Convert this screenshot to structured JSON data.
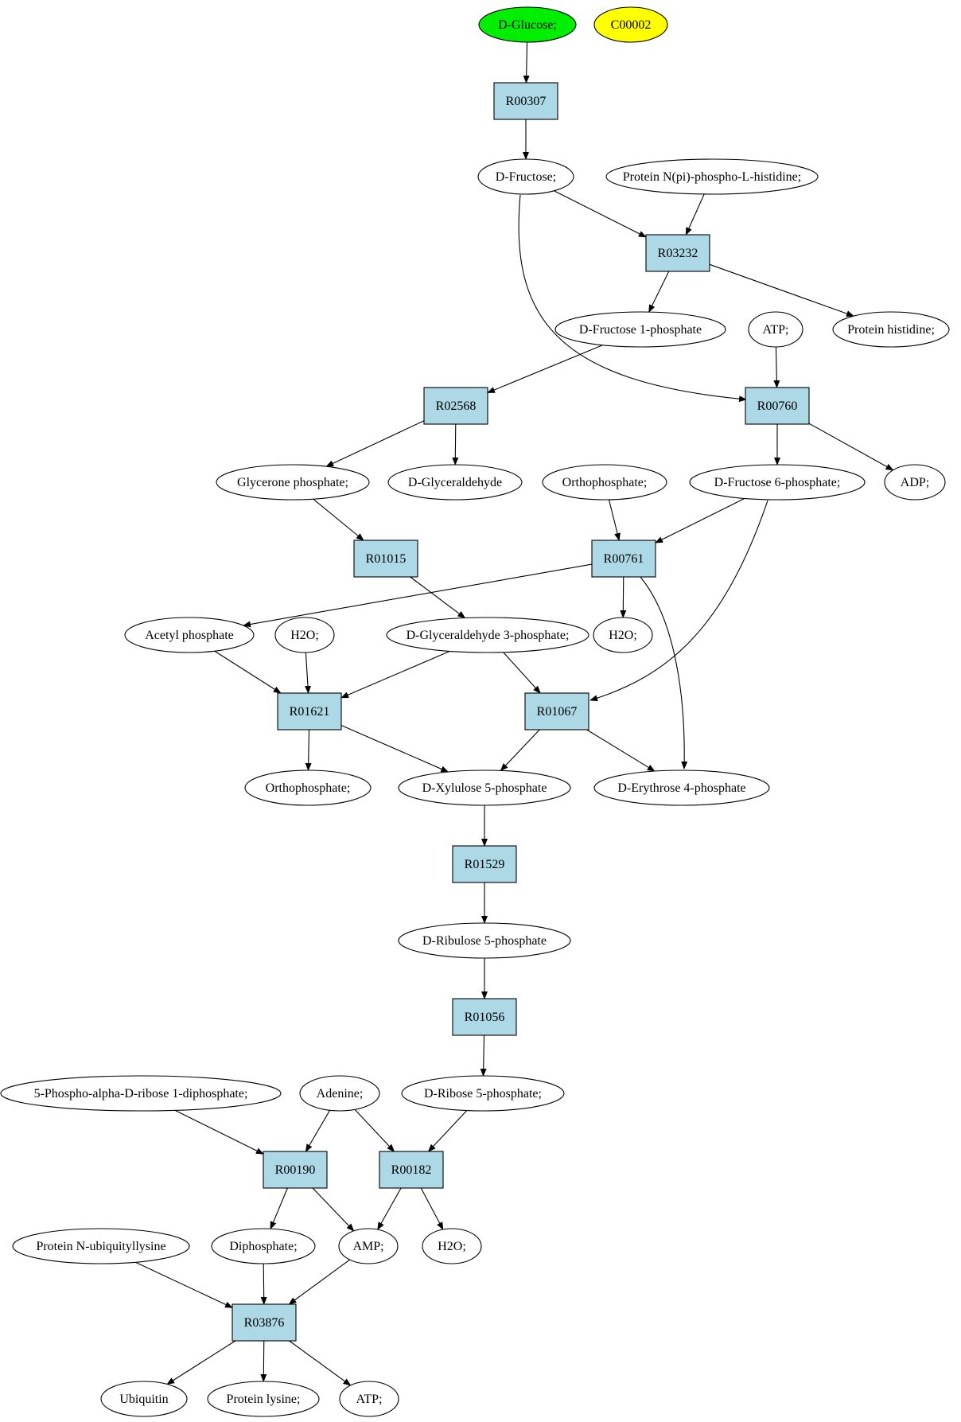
{
  "colors": {
    "reaction_fill": "#add8e6",
    "metabolite_fill": "#ffffff",
    "start_fill": "#00ee00",
    "highlight_fill": "#ffff00",
    "line": "#000000"
  },
  "nodes": [
    {
      "id": "glucose",
      "kind": "metabolite",
      "label": "D-Glucose;",
      "fill": "start"
    },
    {
      "id": "c00002",
      "kind": "metabolite",
      "label": "C00002",
      "fill": "highlight"
    },
    {
      "id": "R00307",
      "kind": "reaction",
      "label": "R00307"
    },
    {
      "id": "fructose",
      "kind": "metabolite",
      "label": "D-Fructose;"
    },
    {
      "id": "pnphis",
      "kind": "metabolite",
      "label": "Protein N(pi)-phospho-L-histidine;"
    },
    {
      "id": "R03232",
      "kind": "reaction",
      "label": "R03232"
    },
    {
      "id": "f1p",
      "kind": "metabolite",
      "label": "D-Fructose 1-phosphate"
    },
    {
      "id": "atp1",
      "kind": "metabolite",
      "label": "ATP;"
    },
    {
      "id": "prothis",
      "kind": "metabolite",
      "label": "Protein histidine;"
    },
    {
      "id": "R02568",
      "kind": "reaction",
      "label": "R02568"
    },
    {
      "id": "R00760",
      "kind": "reaction",
      "label": "R00760"
    },
    {
      "id": "gly_p",
      "kind": "metabolite",
      "label": "Glycerone phosphate;"
    },
    {
      "id": "dglyc",
      "kind": "metabolite",
      "label": "D-Glyceraldehyde"
    },
    {
      "id": "ortho1",
      "kind": "metabolite",
      "label": "Orthophosphate;"
    },
    {
      "id": "f6p",
      "kind": "metabolite",
      "label": "D-Fructose 6-phosphate;"
    },
    {
      "id": "adp",
      "kind": "metabolite",
      "label": "ADP;"
    },
    {
      "id": "R01015",
      "kind": "reaction",
      "label": "R01015"
    },
    {
      "id": "R00761",
      "kind": "reaction",
      "label": "R00761"
    },
    {
      "id": "acp",
      "kind": "metabolite",
      "label": "Acetyl phosphate"
    },
    {
      "id": "h2o1",
      "kind": "metabolite",
      "label": "H2O;"
    },
    {
      "id": "g3p",
      "kind": "metabolite",
      "label": "D-Glyceraldehyde 3-phosphate;"
    },
    {
      "id": "h2o2",
      "kind": "metabolite",
      "label": "H2O;"
    },
    {
      "id": "R01621",
      "kind": "reaction",
      "label": "R01621"
    },
    {
      "id": "R01067",
      "kind": "reaction",
      "label": "R01067"
    },
    {
      "id": "ortho2",
      "kind": "metabolite",
      "label": "Orthophosphate;"
    },
    {
      "id": "x5p",
      "kind": "metabolite",
      "label": "D-Xylulose 5-phosphate"
    },
    {
      "id": "e4p",
      "kind": "metabolite",
      "label": "D-Erythrose 4-phosphate"
    },
    {
      "id": "R01529",
      "kind": "reaction",
      "label": "R01529"
    },
    {
      "id": "ru5p",
      "kind": "metabolite",
      "label": "D-Ribulose 5-phosphate"
    },
    {
      "id": "R01056",
      "kind": "reaction",
      "label": "R01056"
    },
    {
      "id": "prpp",
      "kind": "metabolite",
      "label": "5-Phospho-alpha-D-ribose 1-diphosphate;"
    },
    {
      "id": "adenine",
      "kind": "metabolite",
      "label": "Adenine;"
    },
    {
      "id": "r5p",
      "kind": "metabolite",
      "label": "D-Ribose 5-phosphate;"
    },
    {
      "id": "R00190",
      "kind": "reaction",
      "label": "R00190"
    },
    {
      "id": "R00182",
      "kind": "reaction",
      "label": "R00182"
    },
    {
      "id": "pnubl",
      "kind": "metabolite",
      "label": "Protein N-ubiquityllysine"
    },
    {
      "id": "diph",
      "kind": "metabolite",
      "label": "Diphosphate;"
    },
    {
      "id": "amp",
      "kind": "metabolite",
      "label": "AMP;"
    },
    {
      "id": "h2o3",
      "kind": "metabolite",
      "label": "H2O;"
    },
    {
      "id": "R03876",
      "kind": "reaction",
      "label": "R03876"
    },
    {
      "id": "ubiq",
      "kind": "metabolite",
      "label": "Ubiquitin"
    },
    {
      "id": "protlys",
      "kind": "metabolite",
      "label": "Protein lysine;"
    },
    {
      "id": "atp2",
      "kind": "metabolite",
      "label": "ATP;"
    }
  ],
  "edges": [
    {
      "from": "glucose",
      "to": "R00307"
    },
    {
      "from": "R00307",
      "to": "fructose"
    },
    {
      "from": "fructose",
      "to": "R03232"
    },
    {
      "from": "pnphis",
      "to": "R03232"
    },
    {
      "from": "R03232",
      "to": "f1p"
    },
    {
      "from": "R03232",
      "to": "prothis"
    },
    {
      "from": "fructose",
      "to": "R00760"
    },
    {
      "from": "atp1",
      "to": "R00760"
    },
    {
      "from": "f1p",
      "to": "R02568"
    },
    {
      "from": "R02568",
      "to": "gly_p"
    },
    {
      "from": "R02568",
      "to": "dglyc"
    },
    {
      "from": "R00760",
      "to": "f6p"
    },
    {
      "from": "R00760",
      "to": "adp"
    },
    {
      "from": "gly_p",
      "to": "R01015"
    },
    {
      "from": "ortho1",
      "to": "R00761"
    },
    {
      "from": "f6p",
      "to": "R00761"
    },
    {
      "from": "R01015",
      "to": "g3p"
    },
    {
      "from": "R00761",
      "to": "acp"
    },
    {
      "from": "R00761",
      "to": "h2o2"
    },
    {
      "from": "R00761",
      "to": "e4p"
    },
    {
      "from": "f6p",
      "to": "R01067"
    },
    {
      "from": "acp",
      "to": "R01621"
    },
    {
      "from": "h2o1",
      "to": "R01621"
    },
    {
      "from": "g3p",
      "to": "R01621"
    },
    {
      "from": "g3p",
      "to": "R01067"
    },
    {
      "from": "R01621",
      "to": "ortho2"
    },
    {
      "from": "R01621",
      "to": "x5p"
    },
    {
      "from": "R01067",
      "to": "x5p"
    },
    {
      "from": "R01067",
      "to": "e4p"
    },
    {
      "from": "x5p",
      "to": "R01529"
    },
    {
      "from": "R01529",
      "to": "ru5p"
    },
    {
      "from": "ru5p",
      "to": "R01056"
    },
    {
      "from": "R01056",
      "to": "r5p"
    },
    {
      "from": "prpp",
      "to": "R00190"
    },
    {
      "from": "adenine",
      "to": "R00190"
    },
    {
      "from": "adenine",
      "to": "R00182"
    },
    {
      "from": "r5p",
      "to": "R00182"
    },
    {
      "from": "R00190",
      "to": "diph"
    },
    {
      "from": "R00190",
      "to": "amp"
    },
    {
      "from": "R00182",
      "to": "amp"
    },
    {
      "from": "R00182",
      "to": "h2o3"
    },
    {
      "from": "pnubl",
      "to": "R03876"
    },
    {
      "from": "diph",
      "to": "R03876"
    },
    {
      "from": "amp",
      "to": "R03876"
    },
    {
      "from": "R03876",
      "to": "ubiq"
    },
    {
      "from": "R03876",
      "to": "protlys"
    },
    {
      "from": "R03876",
      "to": "atp2"
    }
  ]
}
